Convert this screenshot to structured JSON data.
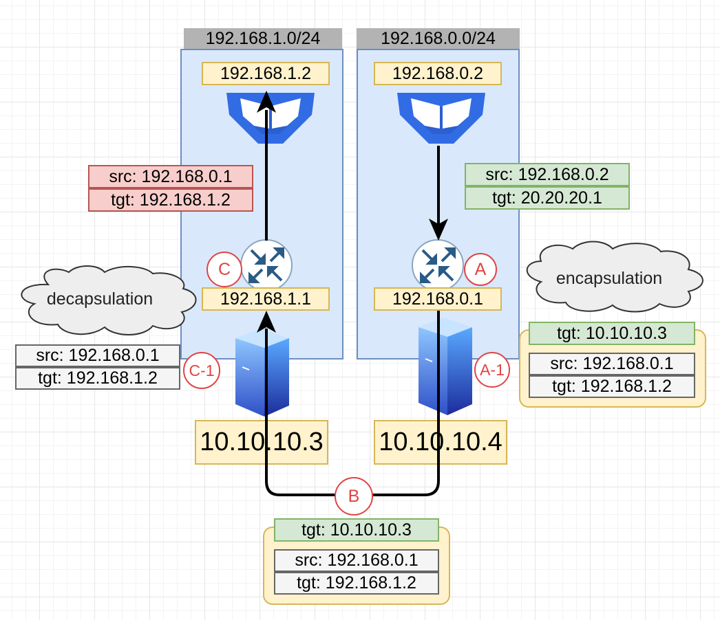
{
  "subnets": {
    "left": {
      "cidr": "192.168.1.0/24",
      "pod_ip": "192.168.1.2",
      "gateway_ip": "192.168.1.1",
      "host_ip": "10.10.10.3"
    },
    "right": {
      "cidr": "192.168.0.0/24",
      "pod_ip": "192.168.0.2",
      "gateway_ip": "192.168.0.1",
      "host_ip": "10.10.10.4"
    }
  },
  "packets": {
    "outbound_pod": {
      "src": "src: 192.168.0.2",
      "tgt": "tgt: 20.20.20.1"
    },
    "inbound_pod": {
      "src": "src: 192.168.0.1",
      "tgt": "tgt: 192.168.1.2"
    },
    "decap": {
      "src": "src: 192.168.0.1",
      "tgt": "tgt: 192.168.1.2"
    },
    "encap": {
      "outer_tgt": "tgt: 10.10.10.3",
      "inner_src": "src: 192.168.0.1",
      "inner_tgt": "tgt: 192.168.1.2"
    },
    "wire": {
      "outer_tgt": "tgt: 10.10.10.3",
      "inner_src": "src: 192.168.0.1",
      "inner_tgt": "tgt: 192.168.1.2"
    }
  },
  "clouds": {
    "left": "decapsulation",
    "right": "encapsulation"
  },
  "steps": {
    "a": "A",
    "a1": "A-1",
    "b": "B",
    "c": "C",
    "c1": "C-1"
  },
  "icons": {
    "pod": "kubernetes-pod-icon",
    "router": "router-icon",
    "server": "server-icon"
  },
  "colors": {
    "badge": "#e04343",
    "subnet": "#dae8fc",
    "ip_box": "#fff2cc",
    "src_red": "#f8cecc",
    "src_green": "#d5e8d4"
  }
}
